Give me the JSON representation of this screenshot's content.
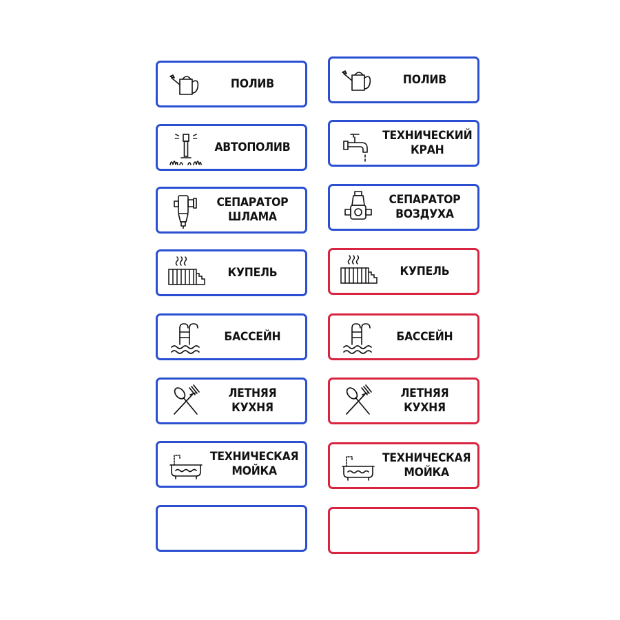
{
  "colors": {
    "blue_border": "#2a4fd0",
    "red_border": "#d8253f",
    "text": "#111111"
  },
  "left_column": [
    {
      "icon": "watering-can-icon",
      "line1": "ПОЛИВ",
      "line2": ""
    },
    {
      "icon": "sprinkler-icon",
      "line1": "АВТОПОЛИВ",
      "line2": ""
    },
    {
      "icon": "sludge-separator-icon",
      "line1": "СЕПАРАТОР",
      "line2": "ШЛАМА"
    },
    {
      "icon": "sauna-tub-icon",
      "line1": "КУПЕЛЬ",
      "line2": ""
    },
    {
      "icon": "swimming-pool-icon",
      "line1": "БАССЕЙН",
      "line2": ""
    },
    {
      "icon": "spoon-fork-icon",
      "line1": "ЛЕТНЯЯ",
      "line2": "КУХНЯ"
    },
    {
      "icon": "sink-icon",
      "line1": "ТЕХНИЧЕСКАЯ",
      "line2": "МОЙКА"
    },
    {
      "icon": "",
      "line1": "",
      "line2": ""
    }
  ],
  "right_column": [
    {
      "icon": "watering-can-icon",
      "line1": "ПОЛИВ",
      "line2": ""
    },
    {
      "icon": "water-tap-icon",
      "line1": "ТЕХНИЧЕСКИЙ",
      "line2": "КРАН"
    },
    {
      "icon": "air-separator-icon",
      "line1": "СЕПАРАТОР",
      "line2": "ВОЗДУХА"
    },
    {
      "icon": "sauna-tub-icon",
      "line1": "КУПЕЛЬ",
      "line2": ""
    },
    {
      "icon": "swimming-pool-icon",
      "line1": "БАССЕЙН",
      "line2": ""
    },
    {
      "icon": "spoon-fork-icon",
      "line1": "ЛЕТНЯЯ",
      "line2": "КУХНЯ"
    },
    {
      "icon": "sink-icon",
      "line1": "ТЕХНИЧЕСКАЯ",
      "line2": "МОЙКА"
    },
    {
      "icon": "",
      "line1": "",
      "line2": ""
    }
  ]
}
